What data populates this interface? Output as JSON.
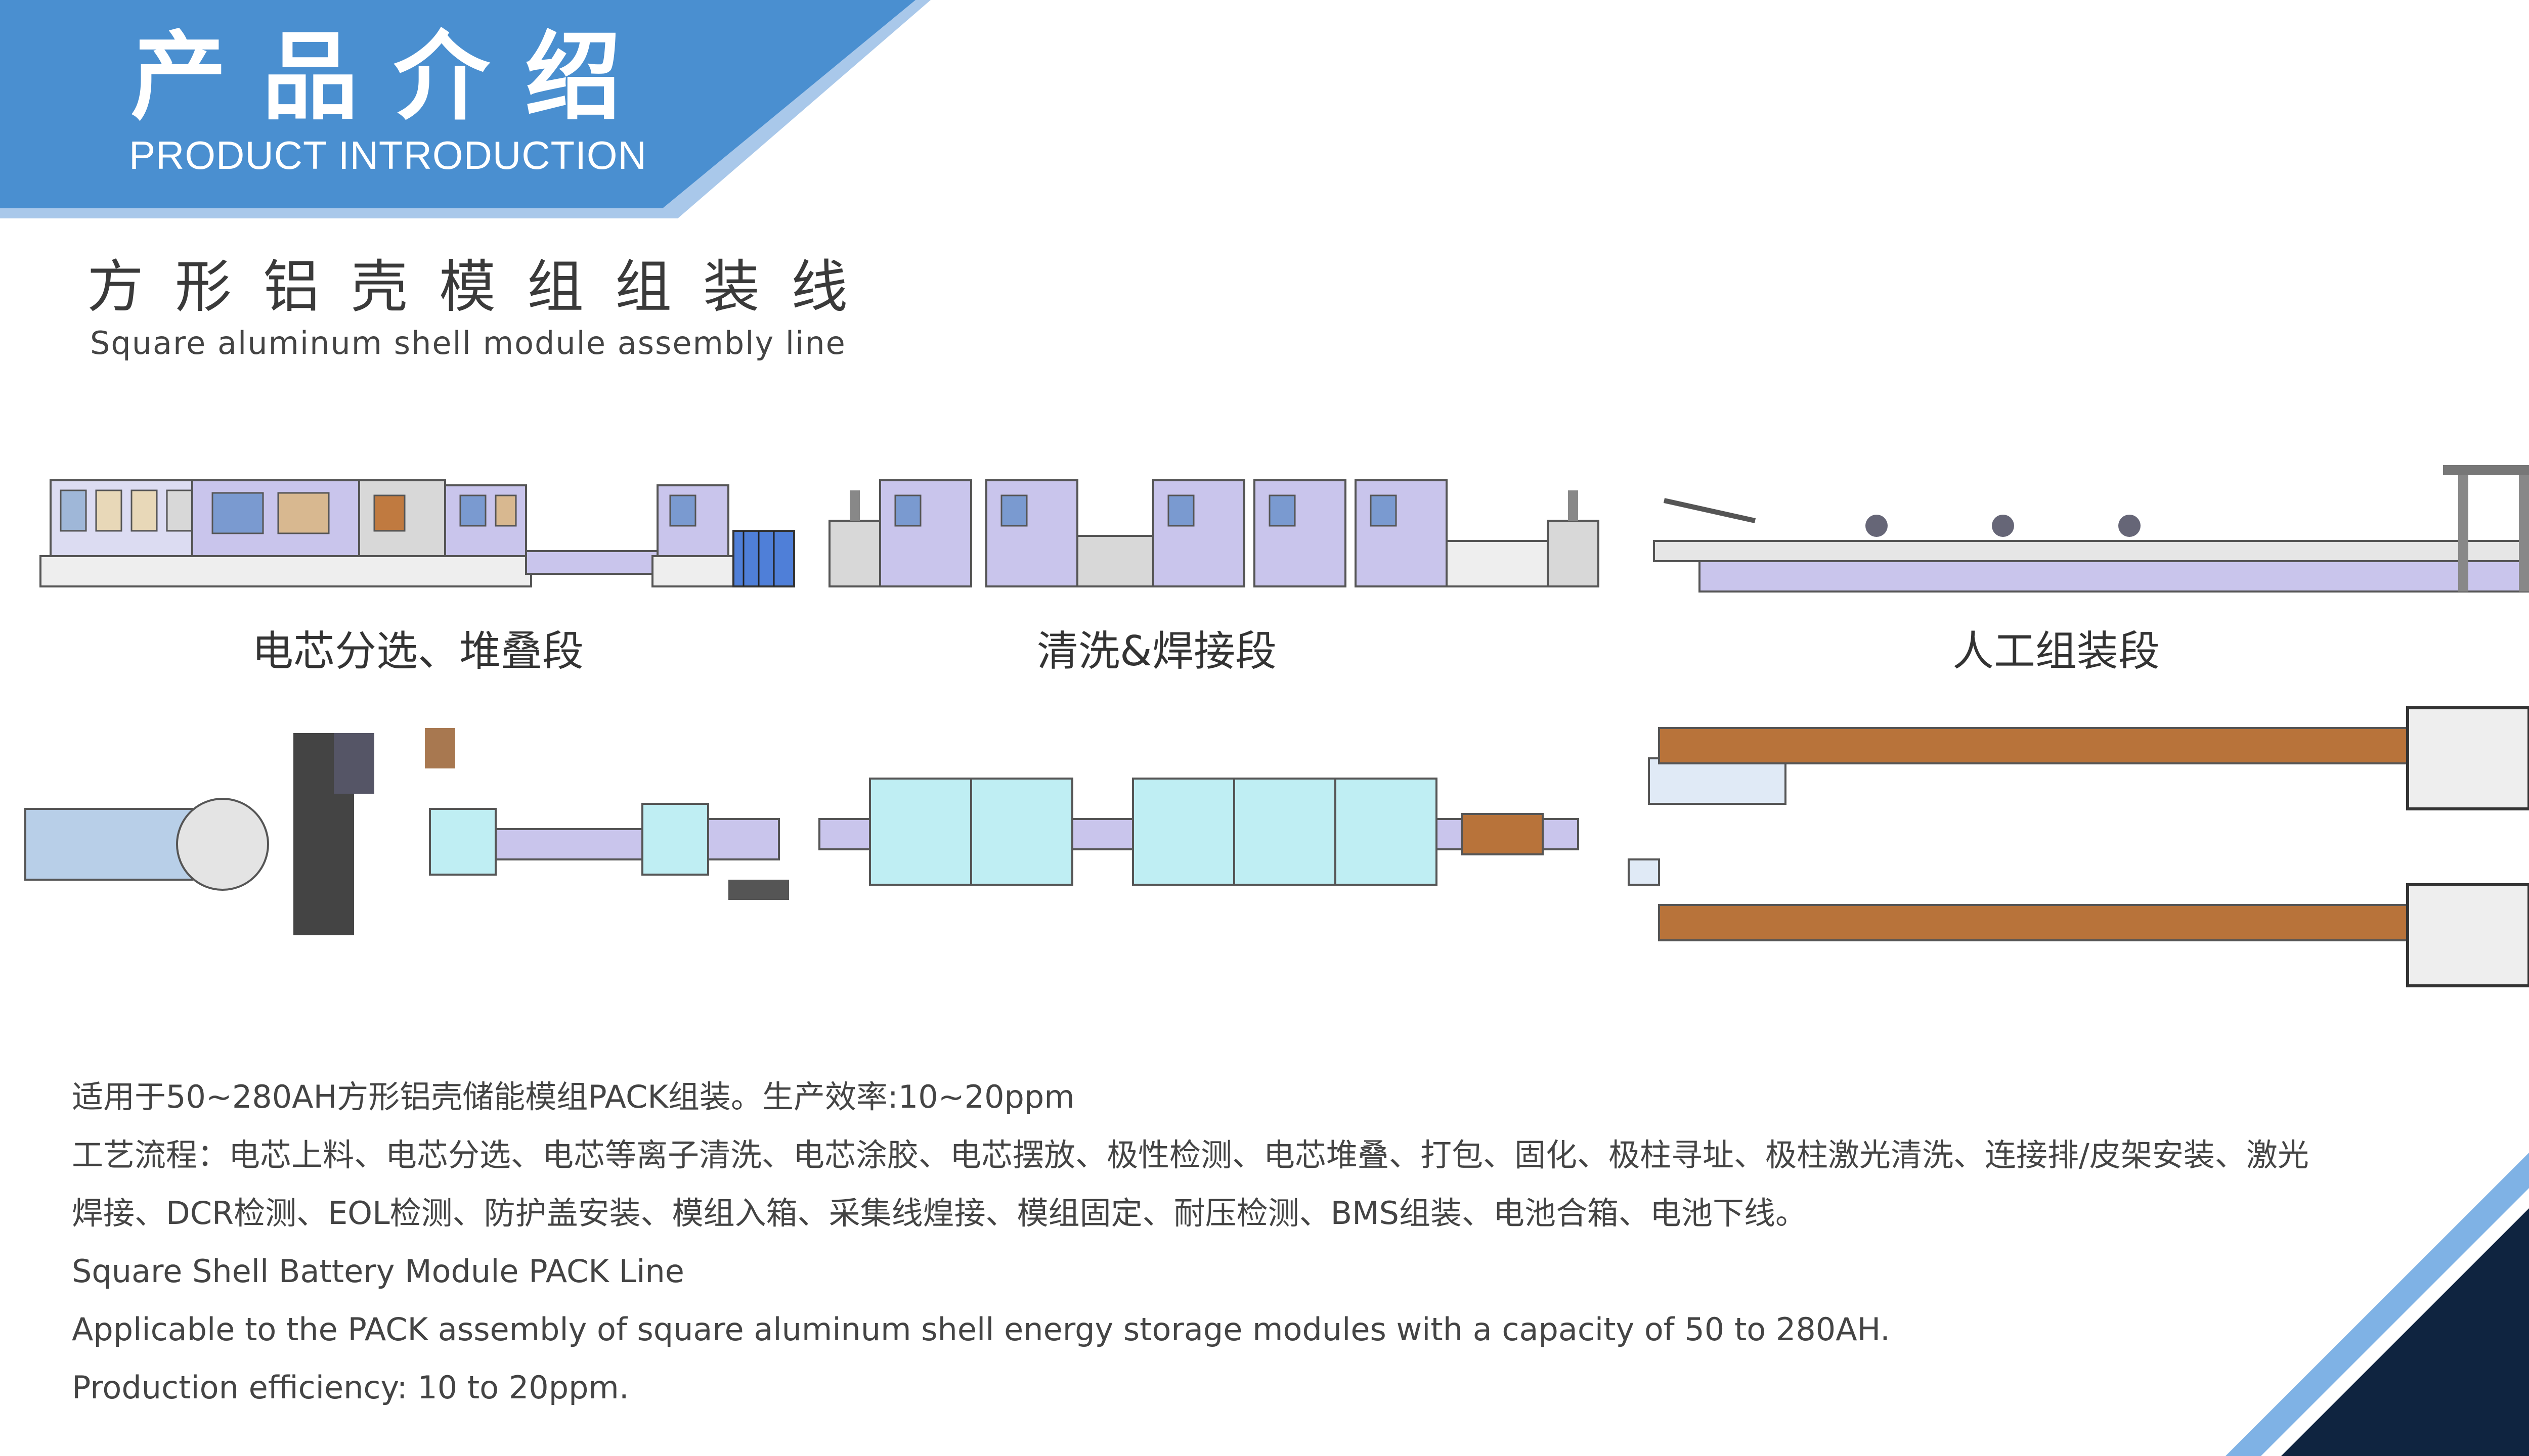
{
  "header": {
    "title_cn": "产品介绍",
    "title_en": "PRODUCT INTRODUCTION"
  },
  "section": {
    "title_cn": "方形铝壳模组组装线",
    "title_en": "Square aluminum shell module assembly line"
  },
  "diagram": {
    "segments": [
      {
        "label": "电芯分选、堆叠段"
      },
      {
        "label": "清洗&焊接段"
      },
      {
        "label": "人工组装段"
      }
    ]
  },
  "description": {
    "lines": [
      "适用于50~280AH方形铝壳储能模组PACK组装。生产效率:10~20ppm",
      "工艺流程：电芯上料、电芯分选、电芯等离子清洗、电芯涂胶、电芯摆放、极性检测、电芯堆叠、打包、固化、极柱寻址、极柱激光清洗、连接排/皮架安装、激光",
      "焊接、DCR检测、EOL检测、防护盖安装、模组入箱、采集线煌接、模组固定、耐压检测、BMS组装、电池合箱、电池下线。",
      "Square Shell Battery Module PACK Line",
      "Applicable to the PACK assembly of square aluminum shell energy storage modules with a capacity of 50 to 280AH.",
      "Production efficiency: 10 to 20ppm."
    ]
  },
  "colors": {
    "banner_blue": "#4a8fd0",
    "banner_light": "#a9c8ea",
    "corner_dark": "#0f2440",
    "corner_light": "#7fb2e5",
    "machine_purple": "#c9c5ec",
    "machine_cyan": "#bfeef3",
    "module_orange": "#b8733a"
  }
}
